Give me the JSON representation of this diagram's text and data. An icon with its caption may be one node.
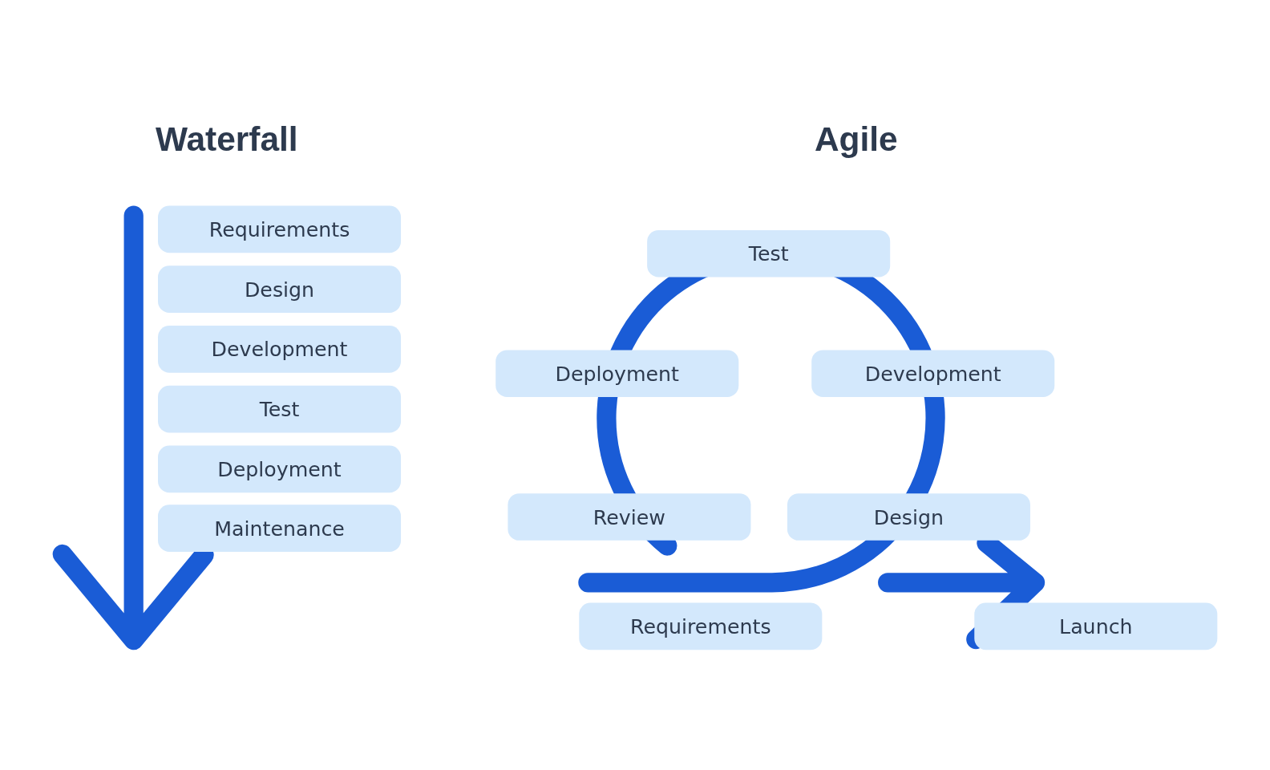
{
  "diagram": {
    "nodes": [
      {
        "text": [
          "Requirements"
        ]
      },
      {
        "text": [
          "Design"
        ]
      },
      {
        "text": [
          "Development"
        ]
      },
      {
        "text": [
          "Test"
        ]
      },
      {
        "text": [
          "Deployment"
        ]
      },
      {
        "text": [
          "Maintenance"
        ]
      },
      {
        "text": [
          "Test"
        ]
      },
      {
        "text": [
          "Deployment"
        ]
      },
      {
        "text": [
          "Development"
        ]
      },
      {
        "text": [
          "Review"
        ]
      },
      {
        "text": [
          "Design"
        ]
      },
      {
        "text": [
          "Requirements"
        ]
      },
      {
        "text": [
          "Launch"
        ]
      }
    ],
    "labels": [
      "Waterfall",
      "Agile"
    ]
  }
}
